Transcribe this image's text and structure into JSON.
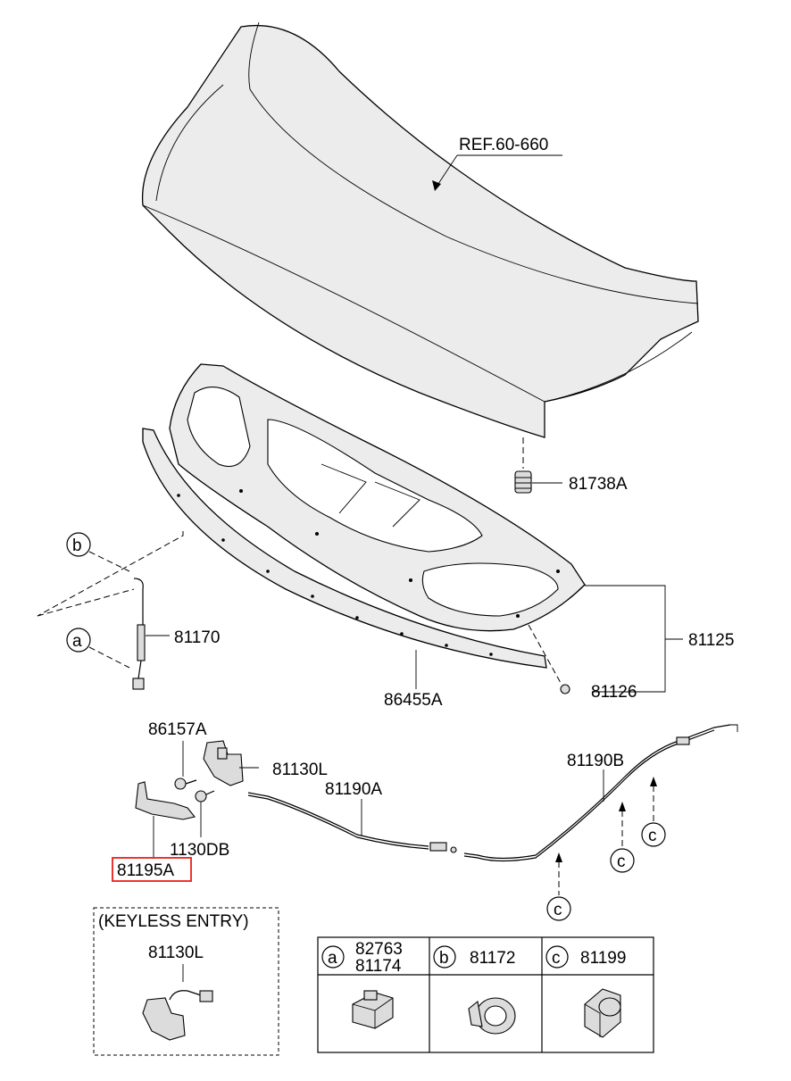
{
  "labels": {
    "ref": "REF.60-660",
    "p81738A": "81738A",
    "p81125": "81125",
    "p81126": "81126",
    "p81170": "81170",
    "p86455A": "86455A",
    "p86157A": "86157A",
    "p81130L": "81130L",
    "p81190A": "81190A",
    "p81190B": "81190B",
    "p1130DB": "1130DB",
    "p81195A": "81195A"
  },
  "callouts": {
    "a": "a",
    "b": "b",
    "c": "c"
  },
  "keyless": {
    "title": "(KEYLESS ENTRY)",
    "part": "81130L"
  },
  "legend": {
    "a": {
      "letter": "a",
      "part1": "82763",
      "part2": "81174"
    },
    "b": {
      "letter": "b",
      "part": "81172"
    },
    "c": {
      "letter": "c",
      "part": "81199"
    }
  },
  "colors": {
    "highlight": "#e8201c"
  }
}
